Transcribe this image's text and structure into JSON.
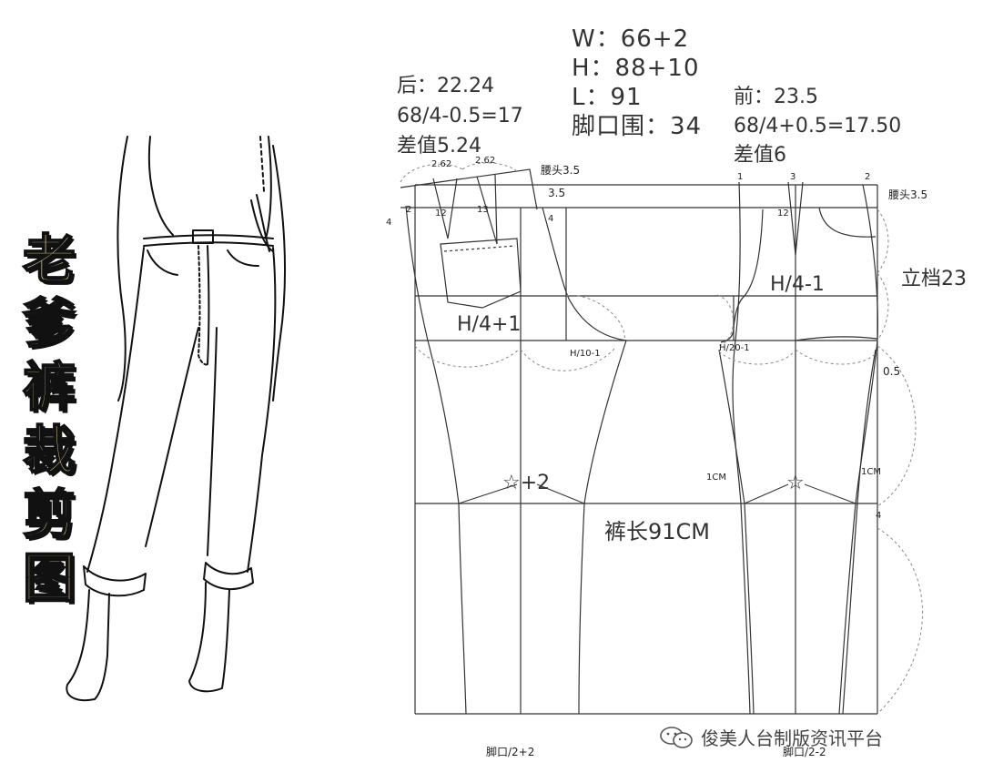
{
  "title": {
    "chars": [
      "老",
      "爹",
      "裤",
      "裁",
      "剪",
      "图"
    ]
  },
  "specs": {
    "waist": "W：66+2",
    "hip": "H：88+10",
    "length": "L：91",
    "hem": "脚口围：34"
  },
  "back": {
    "label": "后：22.24",
    "formula": "68/4-0.5=17",
    "diff": "差值5.24",
    "waistband": "腰头3.5",
    "dim_2_62_a": "2.62",
    "dim_2_62_b": "2.62",
    "dim_3_5": "3.5",
    "dim_4_left": "4",
    "dim_4_right": "4",
    "dim_2": "2",
    "dim_12": "12",
    "dim_13": "13",
    "hip_formula": "H/4+1",
    "crotch_formula": "H/10-1",
    "knee": "☆+2",
    "hem_formula": "脚口/2+2"
  },
  "front": {
    "label": "前：23.5",
    "formula": "68/4+0.5=17.50",
    "diff": "差值6",
    "waistband": "腰头3.5",
    "num_1": "1",
    "num_3": "3",
    "num_2": "2",
    "dim_12": "12",
    "hip_formula": "H/4-1",
    "rise": "立档23",
    "crotch_formula": "H/20-1",
    "dim_0_5": "0.5",
    "dim_1cm_left": "1CM",
    "dim_1cm_right": "1CM",
    "knee": "☆",
    "dim_4": "4",
    "hem_formula": "脚口/2-2"
  },
  "center_label": "裤长91CM",
  "watermark": {
    "icon": "wechat-icon",
    "text": "俊美人台制版资讯平台"
  },
  "colors": {
    "title_fill": "#f6ea9c",
    "line": "#333333",
    "dashed": "#888888"
  }
}
